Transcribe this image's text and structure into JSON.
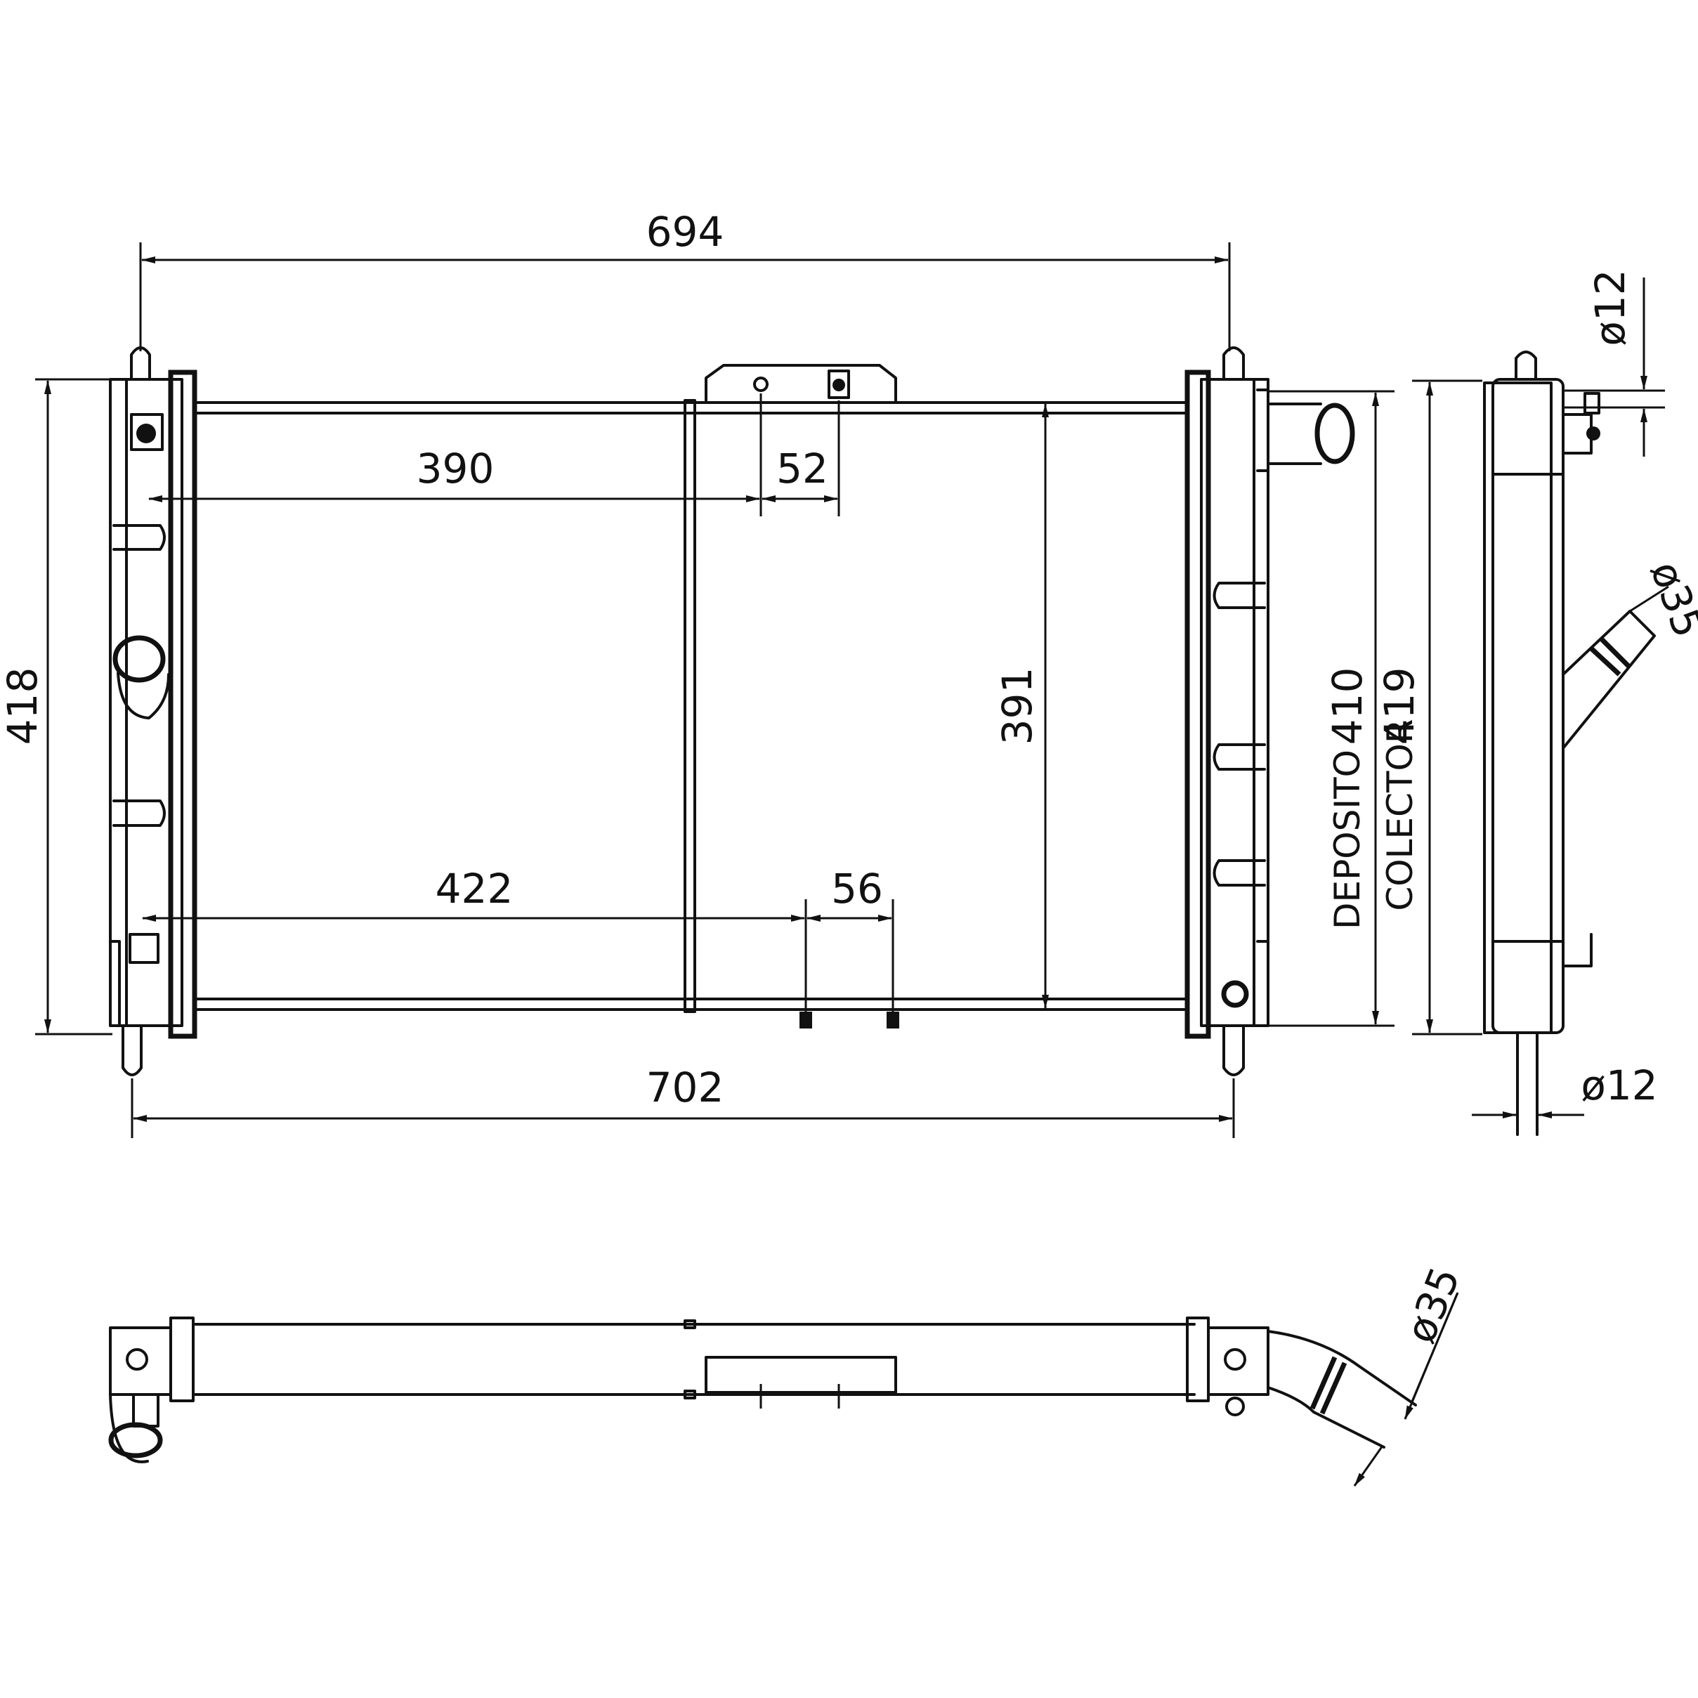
{
  "dimensions": {
    "overall_width_top": "694",
    "overall_width_bottom": "702",
    "overall_height": "418",
    "core_height": "391",
    "top_hose_offset": "390",
    "top_bracket_spacing": "52",
    "bottom_hose_offset": "422",
    "bottom_bracket_spacing": "56",
    "deposito_label": "DEPOSITO",
    "deposito_value": "410",
    "colector_label": "COLECTOR",
    "colector_value": "419",
    "pin_diameter_top": "ø12",
    "pin_diameter_bottom": "ø12",
    "outlet_diameter_side": "ø35",
    "outlet_diameter_bottom": "ø35"
  }
}
